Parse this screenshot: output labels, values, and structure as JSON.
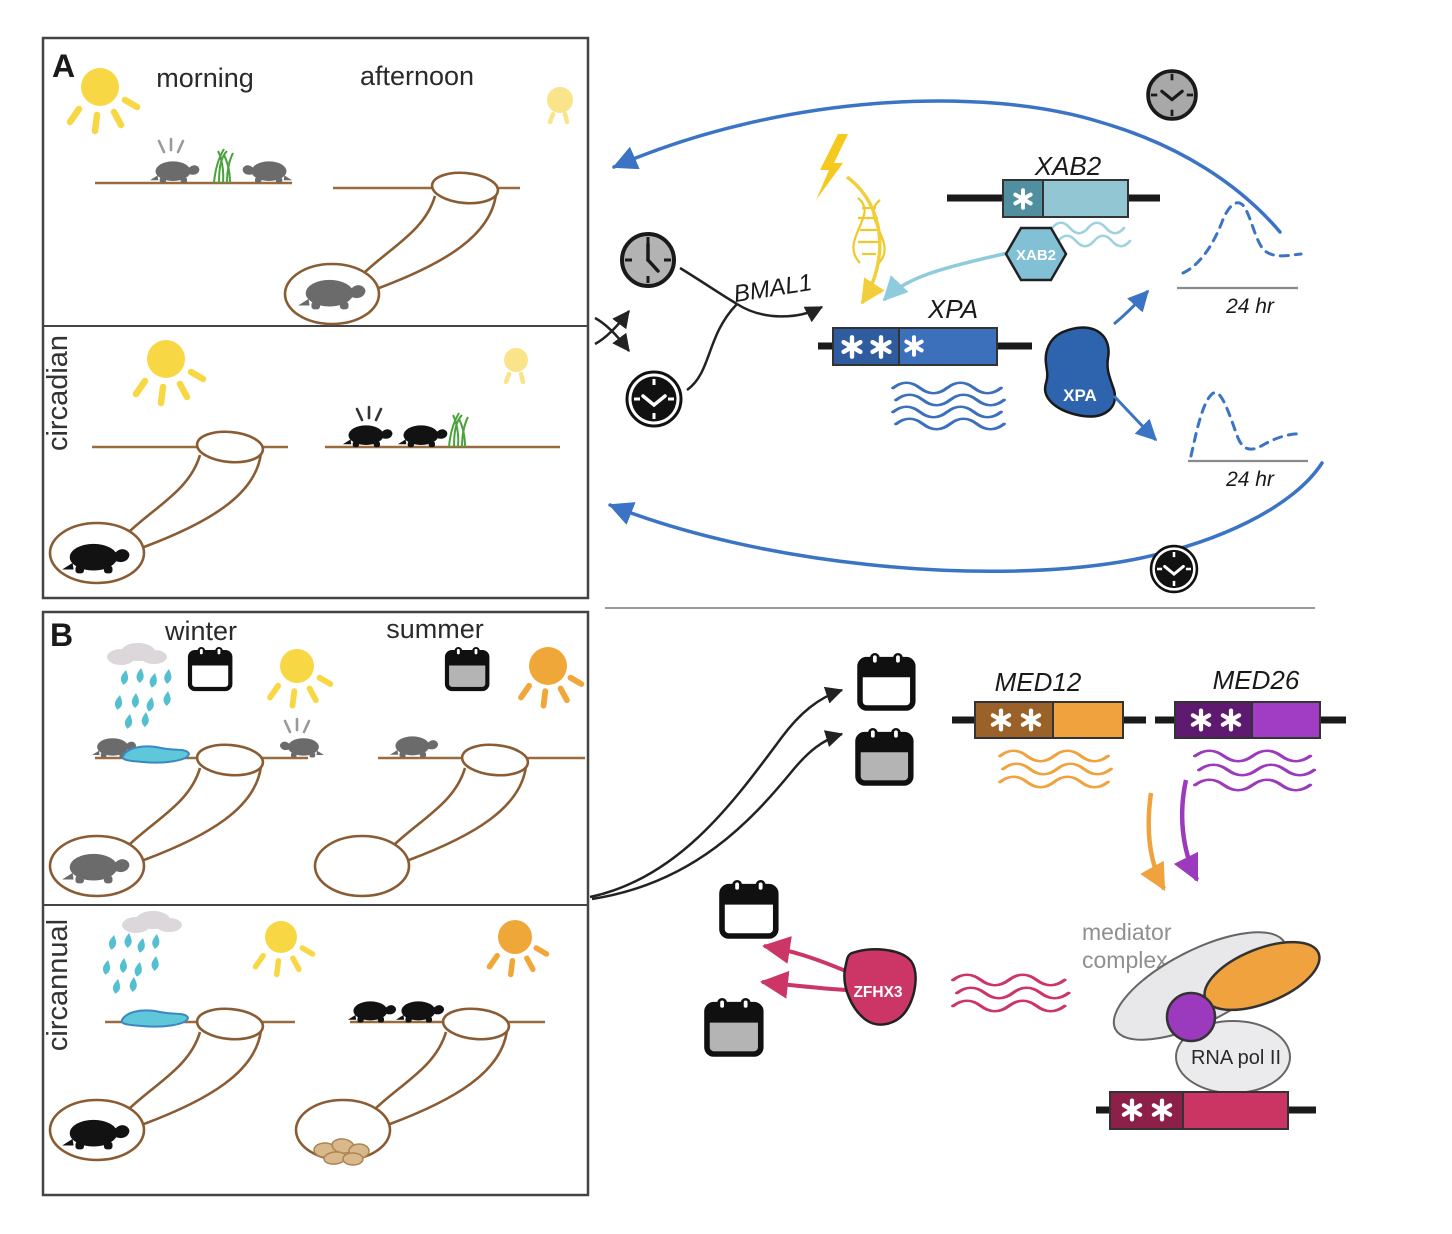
{
  "figure": {
    "panel_a_label": "A",
    "panel_b_label": "B",
    "morning": "morning",
    "afternoon": "afternoon",
    "circadian": "circadian",
    "winter": "winter",
    "summer": "summer",
    "circannual": "circannual"
  },
  "molecules": {
    "bmal1": "BMAL1",
    "xab2_gene": "XAB2",
    "xab2_protein": "XAB2",
    "xpa_gene": "XPA",
    "xpa_protein": "XPA",
    "axis_24hr_top": "24 hr",
    "axis_24hr_bottom": "24 hr",
    "med12_gene": "MED12",
    "med26_gene": "MED26",
    "zfhx3_protein": "ZFHX3",
    "mediator_line1": "mediator",
    "mediator_line2": "complex",
    "rna_pol": "RNA pol II"
  },
  "colors": {
    "accent_blue": "#3b74c4",
    "light_blue": "#8ecbdd",
    "teal_water": "#5ec7da",
    "sun_yellow": "#f7d844",
    "sun_pale": "#f9e48a",
    "sun_orange": "#f0a73a",
    "ground_brown": "#8a5c33",
    "xpa_dark": "#2e5c9e",
    "xpa_light": "#3d70ba",
    "xab2_dark": "#4f8f9f",
    "xab2_light": "#93c6d3",
    "med12_dark": "#9a6228",
    "med12_light": "#efa23e",
    "med26_dark": "#5e1a70",
    "med26_light": "#a13cc4",
    "zfhx3_pink": "#cb3666",
    "target_maroon": "#8c2049",
    "mediator_gray": "#e8e7ea",
    "label_gray": "#8f8f8f"
  }
}
